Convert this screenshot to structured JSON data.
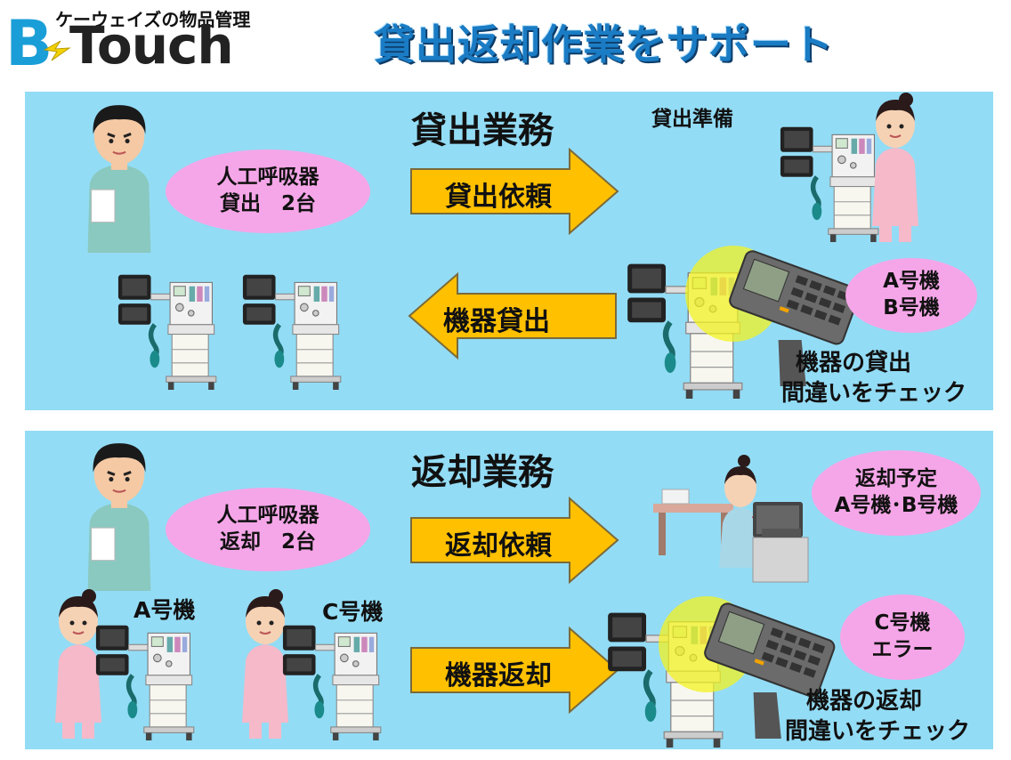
{
  "logo": {
    "subtitle": "ケーウェイズの物品管理",
    "letter": "B",
    "word": "Touch"
  },
  "title": "貸出返却作業をサポート",
  "colors": {
    "panel": "#93dcf5",
    "arrow": "#ffc000",
    "bubble": "#f5a6e8",
    "title": "#1a7cc4",
    "highlight": "#f3f320"
  },
  "lending": {
    "heading": "貸出業務",
    "doctor_bubble": "人工呼吸器\n貸出　2台",
    "arrow_request": "貸出依頼",
    "prep_label": "貸出準備",
    "arrow_lend": "機器貸出",
    "scanner_bubble": "A号機\nB号機",
    "check_line1": "機器の貸出",
    "check_line2": "間違いをチェック"
  },
  "returning": {
    "heading": "返却業務",
    "doctor_bubble": "人工呼吸器\n返却　2台",
    "arrow_request": "返却依頼",
    "schedule_bubble": "返却予定\nA号機･B号機",
    "unit_a": "A号機",
    "unit_c": "C号機",
    "arrow_return": "機器返却",
    "error_bubble": "C号機\nエラー",
    "check_line1": "機器の返却",
    "check_line2": "間違いをチェック"
  }
}
